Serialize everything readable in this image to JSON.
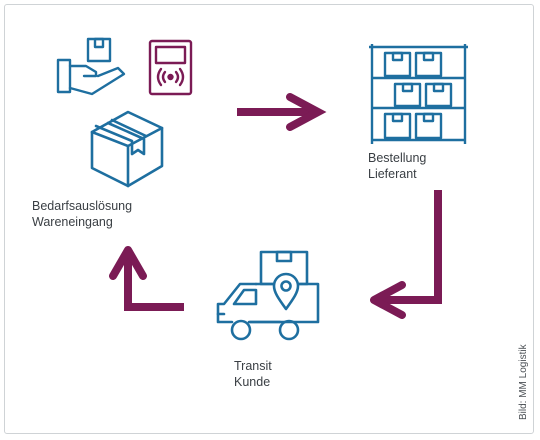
{
  "colors": {
    "icon_blue": "#1e6fa0",
    "arrow_purple": "#7b1b55",
    "label_gray": "#3a3f44"
  },
  "steps": [
    {
      "id": "wareneingang",
      "line1": "Bedarfsauslösung",
      "line2": "Wareneingang",
      "icons": [
        "hand-package-icon",
        "rfid-reader-icon",
        "box-icon"
      ]
    },
    {
      "id": "lieferant",
      "line1": "Bestellung",
      "line2": "Lieferant",
      "icons": [
        "warehouse-shelf-icon"
      ]
    },
    {
      "id": "kunde",
      "line1": "Transit",
      "line2": "Kunde",
      "icons": [
        "delivery-truck-icon",
        "location-pin-icon"
      ]
    }
  ],
  "arrows": [
    "arrow-right",
    "arrow-down-left",
    "arrow-up"
  ],
  "credit": "Bild: MM Logistik"
}
